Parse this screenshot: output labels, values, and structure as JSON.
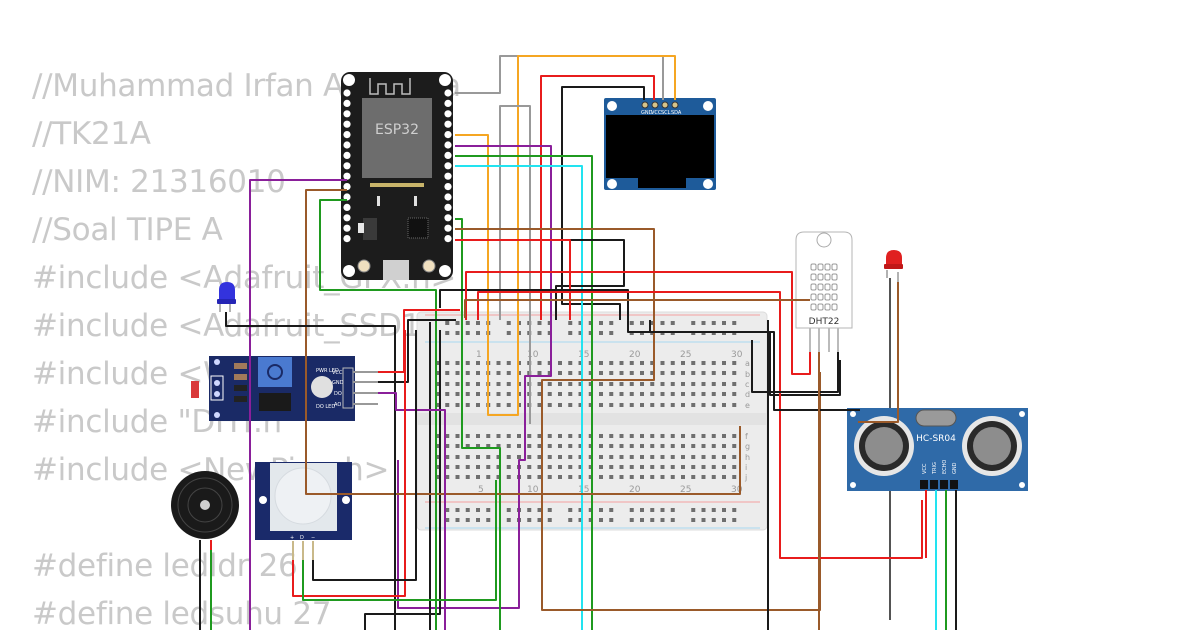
{
  "code_lines": [
    "//Muhammad Irfan Adi Putra",
    "//TK21A",
    "//NIM: 21316010",
    "//Soal TIPE A",
    "#include <Adafruit_GFX.h>",
    "#include <Adafruit_SSD1306.h>",
    "#include <Wire.h>",
    "#include \"DHT.h\"",
    "#include <NewPing.h>",
    "",
    "#define ledldr 26",
    "#define ledsuhu 27"
  ],
  "components": {
    "esp32": {
      "label": "ESP32"
    },
    "oled": {
      "pins": [
        "GND",
        "VCC",
        "SCL",
        "SDA"
      ]
    },
    "dht22": {
      "label": "DHT22"
    },
    "ultrasonic": {
      "label": "HC-SR04",
      "pins": [
        "VCC",
        "TRIG",
        "ECHO",
        "GND"
      ]
    },
    "ldr_module": {
      "pins": [
        "VCC",
        "GND",
        "DO",
        "AO"
      ],
      "labels": [
        "PWR LED",
        "DO LED"
      ]
    },
    "pir": {
      "pins": [
        "+",
        "D",
        "−"
      ]
    },
    "led_blue": {
      "color": "#3333dd"
    },
    "led_red": {
      "color": "#e02020"
    },
    "buzzer": {
      "color": "#1a1a1a"
    },
    "breadboard": {
      "column_numbers": [
        "1",
        "5",
        "10",
        "15",
        "20",
        "25",
        "30"
      ],
      "rows_top": [
        "a",
        "b",
        "c",
        "d",
        "e"
      ],
      "rows_bottom": [
        "f",
        "g",
        "h",
        "i",
        "j"
      ]
    }
  },
  "wire_colors": {
    "black": "#1a1a1a",
    "red": "#e81c1c",
    "green": "#1f9a1f",
    "purple": "#8a1f9a",
    "brown": "#9a5a2a",
    "orange": "#f5a623",
    "gray": "#999999",
    "cyan": "#22e3f0"
  }
}
